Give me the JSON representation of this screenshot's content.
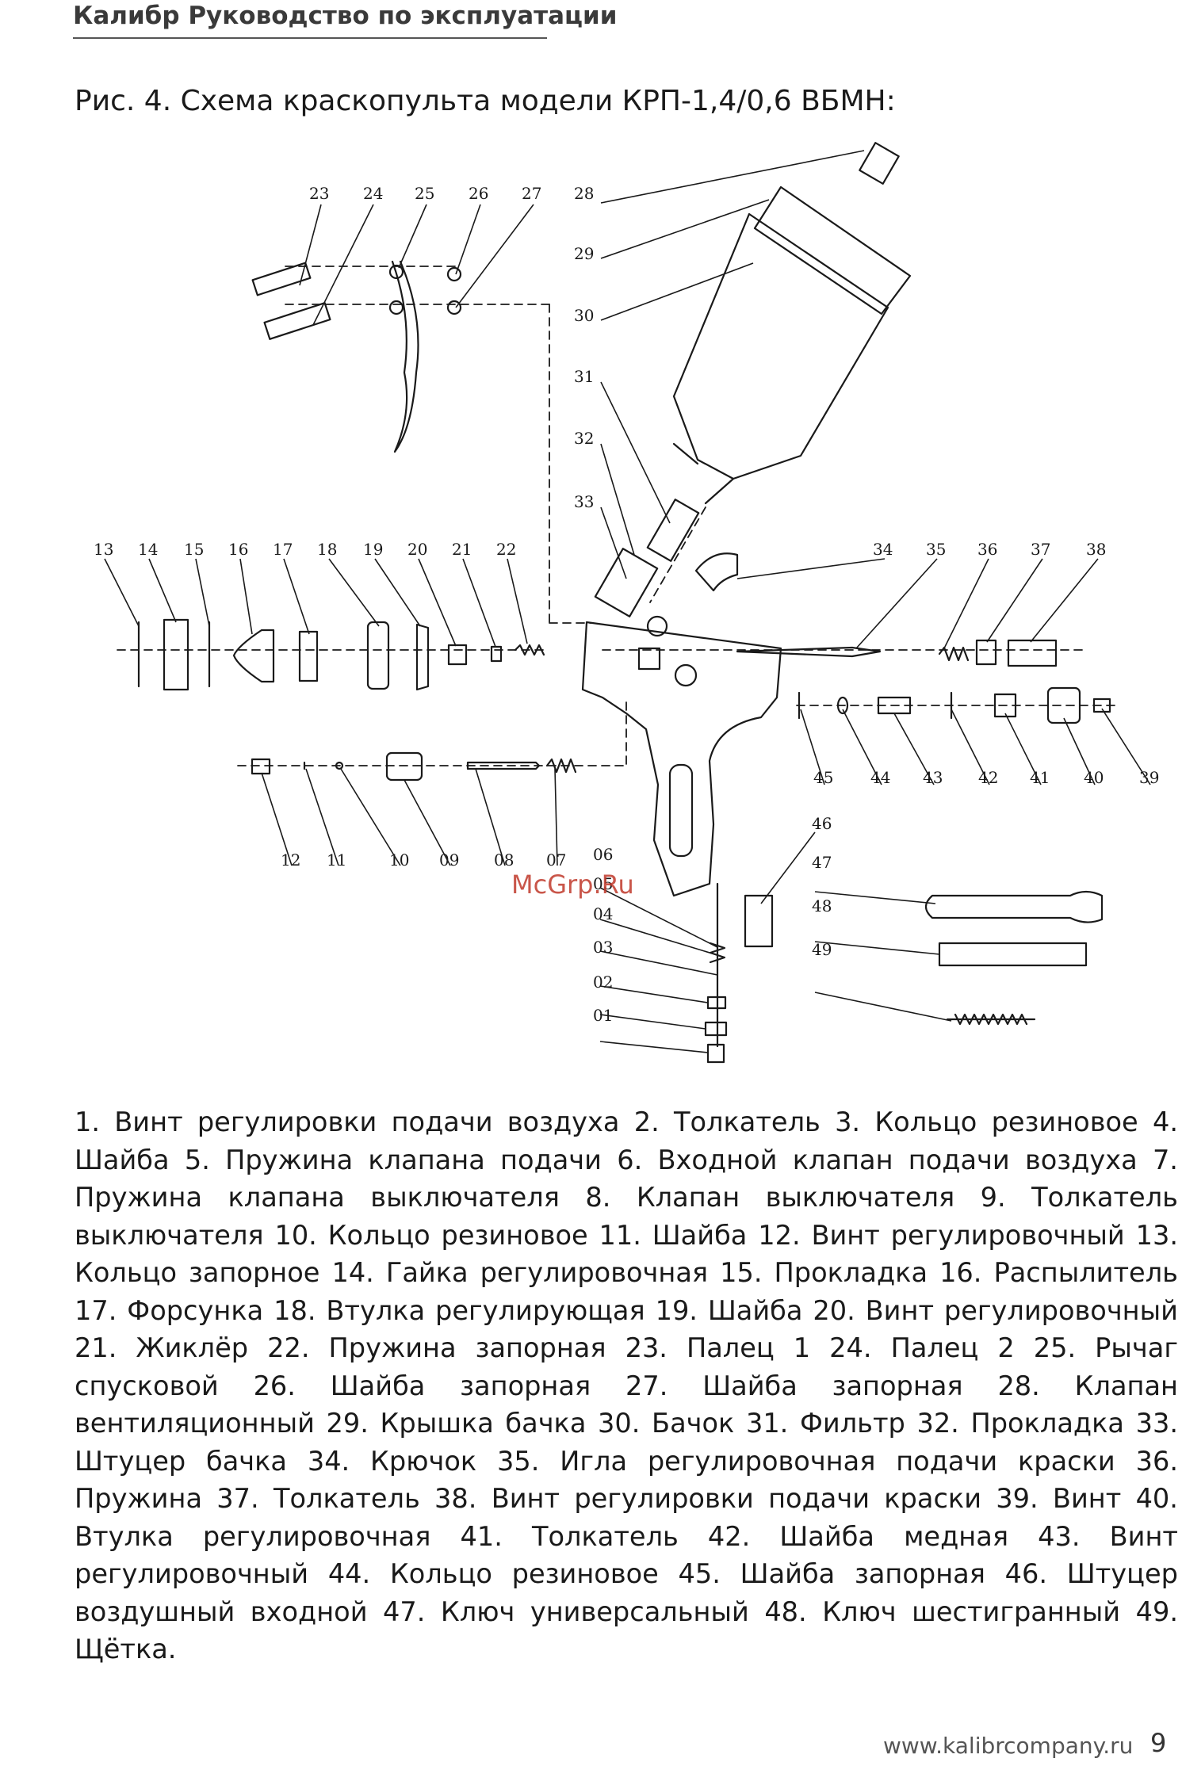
{
  "header": {
    "title": "Калибр Руководство по эксплуатации"
  },
  "figure": {
    "caption": "Рис. 4. Схема краскопульта модели КРП-1,4/0,6 ВБМН:"
  },
  "watermark": "McGrp.Ru",
  "callouts": {
    "c01": "01",
    "c02": "02",
    "c03": "03",
    "c04": "04",
    "c05": "05",
    "c06": "06",
    "c07": "07",
    "c08": "08",
    "c09": "09",
    "c10": "10",
    "c11": "11",
    "c12": "12",
    "c13": "13",
    "c14": "14",
    "c15": "15",
    "c16": "16",
    "c17": "17",
    "c18": "18",
    "c19": "19",
    "c20": "20",
    "c21": "21",
    "c22": "22",
    "c23": "23",
    "c24": "24",
    "c25": "25",
    "c26": "26",
    "c27": "27",
    "c28": "28",
    "c29": "29",
    "c30": "30",
    "c31": "31",
    "c32": "32",
    "c33": "33",
    "c34": "34",
    "c35": "35",
    "c36": "36",
    "c37": "37",
    "c38": "38",
    "c39": "39",
    "c40": "40",
    "c41": "41",
    "c42": "42",
    "c43": "43",
    "c44": "44",
    "c45": "45",
    "c46": "46",
    "c47": "47",
    "c48": "48",
    "c49": "49"
  },
  "legend": [
    "1. Винт регулировки подачи воздуха",
    "2. Толкатель",
    "3. Кольцо резиновое",
    "4. Шайба",
    "5. Пружина клапана подачи",
    "6. Входной клапан подачи воздуха",
    "7. Пружина клапана выключателя",
    "8. Клапан выключателя",
    "9. Толкатель выключателя",
    "10. Кольцо резиновое",
    "11. Шайба",
    "12. Винт регулировочный",
    "13. Кольцо запорное",
    "14. Гайка регулировочная",
    "15. Прокладка",
    "16. Распылитель",
    "17. Форсунка",
    "18. Втулка регулирующая",
    "19. Шайба",
    "20. Винт регулировочный",
    "21. Жиклёр",
    "22. Пружина запорная",
    "23. Палец 1",
    "24. Палец 2",
    "25. Рычаг спусковой",
    "26. Шайба запорная",
    "27. Шайба запорная",
    "28. Клапан вентиляционный",
    "29. Крышка бачка",
    "30. Бачок",
    "31. Фильтр",
    "32. Прокладка",
    "33. Штуцер бачка",
    "34. Крючок",
    "35. Игла регулировочная подачи краски",
    "36. Пружина",
    "37. Толкатель",
    "38. Винт регулировки подачи краски",
    "39. Винт",
    "40. Втулка регулировочная",
    "41. Толкатель",
    "42. Шайба медная",
    "43. Винт регулировочный",
    "44. Кольцо резиновое",
    "45. Шайба запорная",
    "46. Штуцер воздушный входной",
    "47. Ключ универсальный",
    "48. Ключ шестигранный",
    "49. Щётка."
  ],
  "footer": {
    "url": "www.kalibrcompany.ru",
    "page_number": "9"
  }
}
